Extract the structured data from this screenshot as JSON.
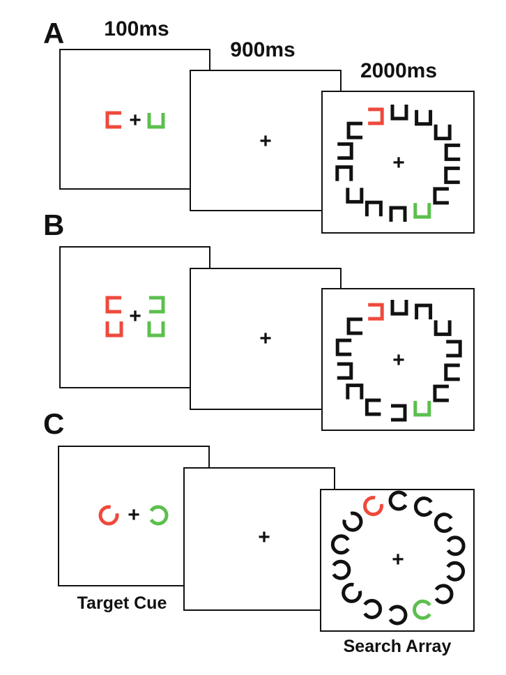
{
  "colors": {
    "ink": "#111111",
    "cue_red": "#ee4a3c",
    "cue_green": "#5cbf4e",
    "background": "#ffffff"
  },
  "timing": {
    "cue": "100ms",
    "delay": "900ms",
    "search": "2000ms"
  },
  "captions": {
    "target_cue": "Target Cue",
    "search_array": "Search Array"
  },
  "fixation": "+",
  "panels": [
    {
      "id": "a",
      "label": "A",
      "shape": "square-c",
      "cue_left": [
        {
          "color": "red",
          "gap": "right"
        }
      ],
      "cue_right": [
        {
          "color": "green",
          "gap": "top"
        }
      ],
      "search_array": [
        "left",
        "top",
        "top",
        "top",
        "right",
        "right",
        "right",
        "top",
        "bottom",
        "bottom",
        "top",
        "bottom",
        "left",
        "right"
      ],
      "search_colors": {
        "0": "red",
        "7": "green"
      }
    },
    {
      "id": "b",
      "label": "B",
      "shape": "square-c",
      "cue_left": [
        {
          "color": "red",
          "gap": "right"
        },
        {
          "color": "red",
          "gap": "top"
        }
      ],
      "cue_right": [
        {
          "color": "green",
          "gap": "left"
        },
        {
          "color": "green",
          "gap": "top"
        }
      ],
      "search_array": [
        "left",
        "top",
        "bottom",
        "top",
        "left",
        "right",
        "right",
        "top",
        "left",
        "right",
        "bottom",
        "left",
        "right",
        "right"
      ],
      "search_colors": {
        "0": "red",
        "7": "green"
      }
    },
    {
      "id": "c",
      "label": "C",
      "shape": "ring",
      "cue_left": [
        {
          "color": "red",
          "gap": "upper-right"
        }
      ],
      "cue_right": [
        {
          "color": "green",
          "gap": "left"
        }
      ],
      "search_array": [
        "upper-right",
        "right",
        "right",
        "right",
        "left",
        "left",
        "left",
        "right",
        "left",
        "left",
        "upper-right",
        "left",
        "right",
        "upper-left"
      ],
      "search_colors": {
        "0": "red",
        "7": "green"
      }
    }
  ]
}
